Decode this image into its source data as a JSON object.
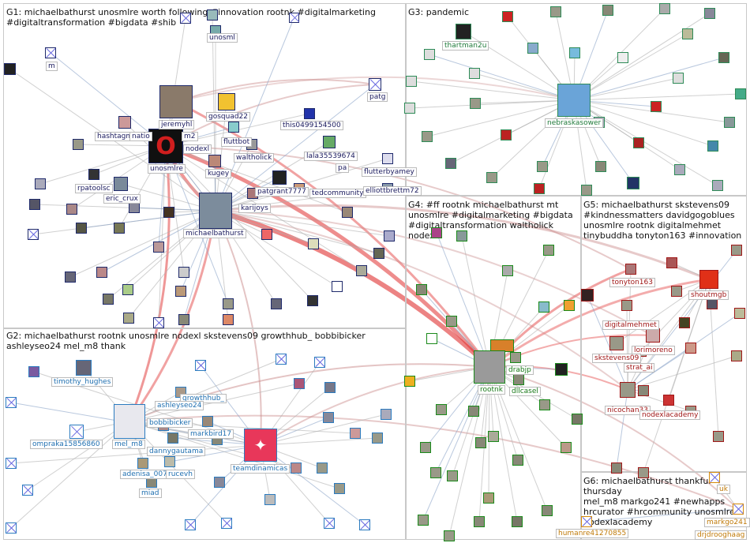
{
  "groups": [
    {
      "id": "g1",
      "title": "G1: michaelbathurst unosmlre worth following #innovation rootnk #digitalmarketing\n#digitaltransformation #bigdata #shib"
    },
    {
      "id": "g2",
      "title": "G2: michaelbathurst rootnk unosmlre nodexl skstevens09 growthhub_ bobbibicker\nashleyseo24 mel_m8 thank"
    },
    {
      "id": "g3",
      "title": "G3: pandemic"
    },
    {
      "id": "g4",
      "title": "G4: #ff rootnk michaelbathurst mt\nunosmlre #digitalmarketing #bigdata\n#digitaltransformation waltholick nodexl"
    },
    {
      "id": "g5",
      "title": "G5: michaelbathurst skstevens09\n#kindnessmatters davidgogoblues\nunosmlre rootnk digitalmehmet\ntinybuddha tonyton163 #innovation"
    },
    {
      "id": "g6",
      "title": "G6: michaelbathurst thankful thursday\nmel_m8 markgo241 #newhapps\nhrcurator #hrcommunity unosmlre\nnodexlacademy"
    }
  ],
  "colors": {
    "edge_strong": "#e03030",
    "edge_mid": "#c98a8a",
    "edge_light": "#b0b0b0",
    "edge_blue": "#8aa3c8"
  },
  "node_labels": {
    "m": "m",
    "unosml": "unosml",
    "jeremyhl": "jeremyhl",
    "gosquad22": "gosquad22",
    "patg": "patg",
    "this0499154500": "this0499154500",
    "hashtagm": "hashtagm",
    "natio": "natio",
    "m2": "m2",
    "nodexl": "nodexl",
    "fluttbot": "fluttbot",
    "waltholick": "waltholick",
    "lala35539674": "lala35539674",
    "unosmlre": "unosmlre",
    "kugey": "kugey",
    "pa": "pa",
    "flutterbyamey": "flutterbyamey",
    "rpatoolsc": "rpatoolsc",
    "eric_crux": "eric_crux",
    "patgrant7777": "patgrant7777",
    "tedcommunity": "tedcommunity",
    "elliottbrettm72": "elliottbrettm72",
    "karijoys": "karijoys",
    "michaelbathurst": "michaelbathurst",
    "thartman2u": "thartman2u",
    "nebraskasower": "nebraskasower",
    "rootnk": "rootnk",
    "drabjp": "drabjp",
    "dllcasel": "dllcasel",
    "tonyton163": "tonyton163",
    "shoutmgb": "shoutmgb",
    "digitalmehmet": "digitalmehmet",
    "lorimoreno": "lorimoreno",
    "skstevens09": "skstevens09",
    "strat_ai": "strat_ai",
    "nicochan33": "nicochan33",
    "nodexlacademy": "nodexlacademy",
    "timothy_hughes": "timothy_hughes",
    "growthhub_": "growthhub_",
    "ashleyseo24": "ashleyseo24",
    "bobbibicker": "bobbibicker",
    "markbird17": "markbird17",
    "mel_m8": "mel_m8",
    "ompraka15856860": "ompraka15856860",
    "dannygautama": "dannygautama",
    "teamdinamicas": "teamdinamicas",
    "adenisa_007": "adenisa_007",
    "rucevh": "rucevh",
    "miad": "miad",
    "humanre41270855": "humanre41270855",
    "markgo241": "markgo241",
    "drjdrooghaag": "drjdrooghaag",
    "uk": "uk"
  }
}
